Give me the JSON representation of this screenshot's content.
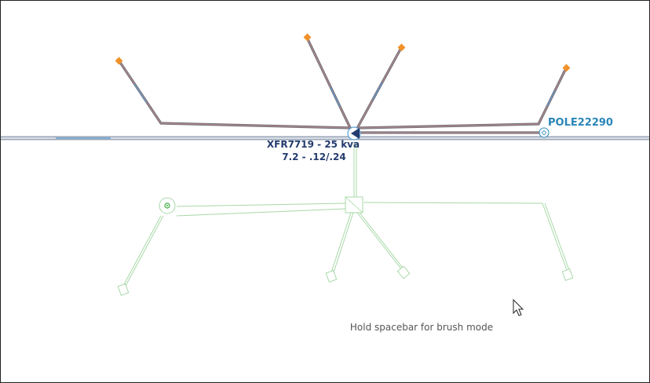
{
  "map": {
    "transformer": {
      "label_line1": "XFR7719 - 25 kva",
      "label_line2": "7.2 - .12/.24"
    },
    "pole": {
      "label": "POLE22290"
    },
    "hint": "Hold spacebar for brush mode"
  },
  "colors": {
    "overhead_line_outer": "#6e6e7a",
    "overhead_line_inner": "#b58a8a",
    "overhead_highlight": "#5aa0d8",
    "main_line": "#9aa6b6",
    "underground_line": "#a8d8a8",
    "service_point": "#f0922a",
    "transformer_label": "#243b6e",
    "pole_label": "#2a86b8",
    "hint_text": "#555555",
    "equipment_green": "#3aa83a"
  },
  "icons": {
    "service_point": "orange-diamond-icon",
    "transformer": "transformer-triangle-icon",
    "pole": "pole-circle-icon",
    "vault": "vault-square-icon",
    "meter": "meter-box-icon",
    "cursor": "mouse-pointer-icon"
  }
}
